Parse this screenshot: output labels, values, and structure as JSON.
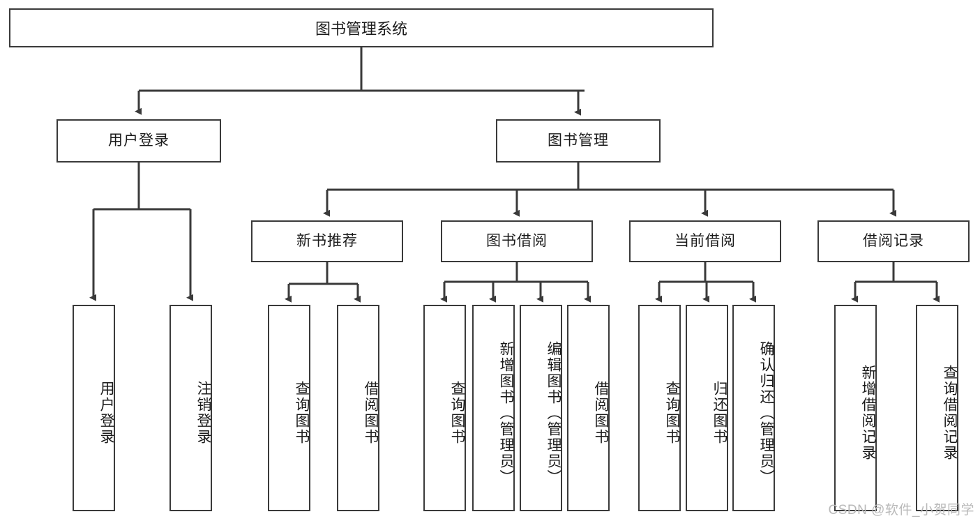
{
  "diagram": {
    "title": "图书管理系统",
    "watermark": "CSDN @软件_小贺同学",
    "colors": {
      "background": "#ffffff",
      "node_border": "#3a3a3a",
      "node_fill": "#ffffff",
      "connector": "#3a3a3a",
      "text": "#1a1a1a",
      "watermark": "#b9b9b9"
    },
    "levels": {
      "root": "图书管理系统",
      "level2": [
        "用户登录",
        "图书管理"
      ],
      "level3": [
        "新书推荐",
        "图书借阅",
        "当前借阅",
        "借阅记录"
      ]
    },
    "nodes": {
      "root": {
        "label": "图书管理系统"
      },
      "user_login": {
        "label": "用户登录"
      },
      "book_manage": {
        "label": "图书管理"
      },
      "new_book_rec": {
        "label": "新书推荐"
      },
      "book_borrow": {
        "label": "图书借阅"
      },
      "current_borrow": {
        "label": "当前借阅"
      },
      "borrow_record": {
        "label": "借阅记录"
      }
    },
    "leaves": {
      "user_login": [
        {
          "label": "用户登录"
        },
        {
          "label": "注销登录"
        }
      ],
      "new_book_rec": [
        {
          "label": "查询图书"
        },
        {
          "label": "借阅图书"
        }
      ],
      "book_borrow": [
        {
          "label": "查询图书"
        },
        {
          "label": "新增图书（管理员）"
        },
        {
          "label": "编辑图书（管理员）"
        },
        {
          "label": "借阅图书"
        }
      ],
      "current_borrow": [
        {
          "label": "查询图书"
        },
        {
          "label": "归还图书"
        },
        {
          "label": "确认归还（管理员）"
        }
      ],
      "borrow_record": [
        {
          "label": "新增借阅记录"
        },
        {
          "label": "查询借阅记录"
        }
      ]
    }
  }
}
